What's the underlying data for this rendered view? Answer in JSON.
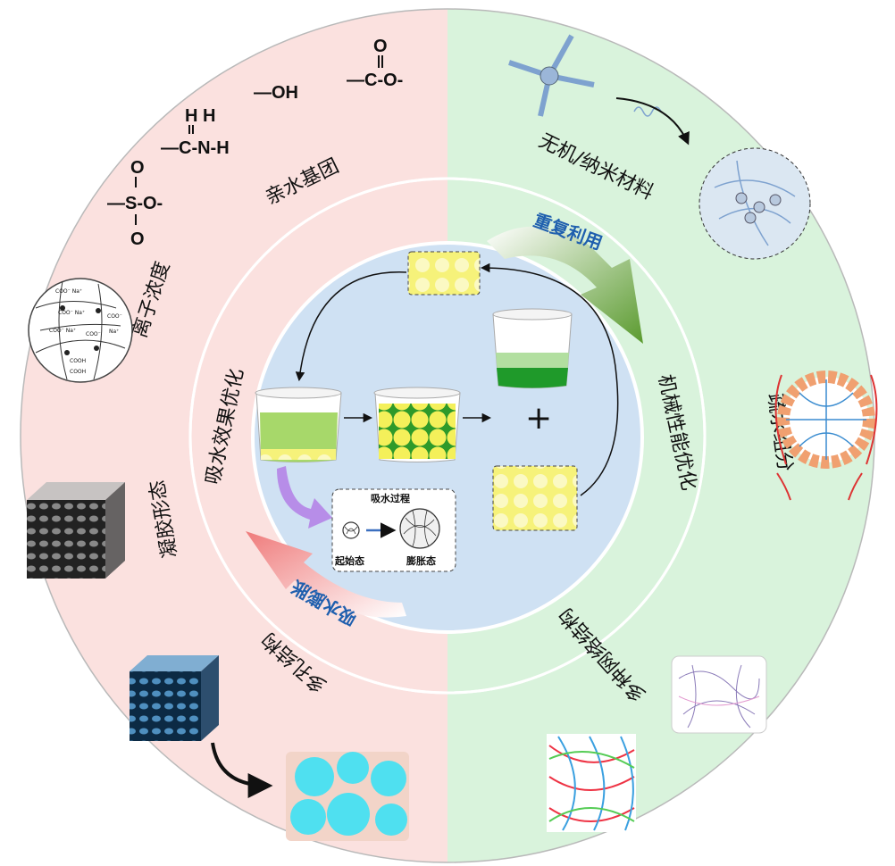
{
  "colors": {
    "left_half": "#fbe1df",
    "right_half": "#d9f3dc",
    "center": "#cfe1f3",
    "ring": "#ffffff",
    "foam_yellow": "#f6f27a",
    "water_green": "#1f9a2a",
    "arrow_text": "#1f5fae"
  },
  "outer_ring": {
    "hydrophilic_groups": "亲水基团",
    "ion_concentration": "离子浓度",
    "gel_morphology": "凝胶形态",
    "porous_structure": "多孔结构",
    "inorganic_nano": "无机/纳米材料",
    "hydrophobic_component": "疏水组分",
    "multi_network": "多种网络结构"
  },
  "inner_ring": {
    "absorption_optimization": "吸水效果优化",
    "mechanical_optimization": "机械性能优化"
  },
  "arrows": {
    "reuse": "重复利用",
    "swelling": "吸水膨胀"
  },
  "center": {
    "process_title": "吸水过程",
    "initial_state": "起始态",
    "swollen_state": "膨胀态",
    "plus": "+"
  },
  "chemistry": {
    "carboxylate_o": "O",
    "carboxylate": "—C-O-",
    "hydroxyl": "—OH",
    "amide_h": "H   H",
    "amide": "—C-N-H",
    "sulfonate_o": "O",
    "sulfonate": "—S-O-",
    "sulfonate_o2": "O"
  },
  "network_labels": [
    "COO⁻ Na⁺",
    "COO⁻ Na⁺",
    "COO⁻",
    "Na⁺",
    "COO⁻ Na⁺",
    "COO⁻",
    "COOH",
    "COOH"
  ]
}
